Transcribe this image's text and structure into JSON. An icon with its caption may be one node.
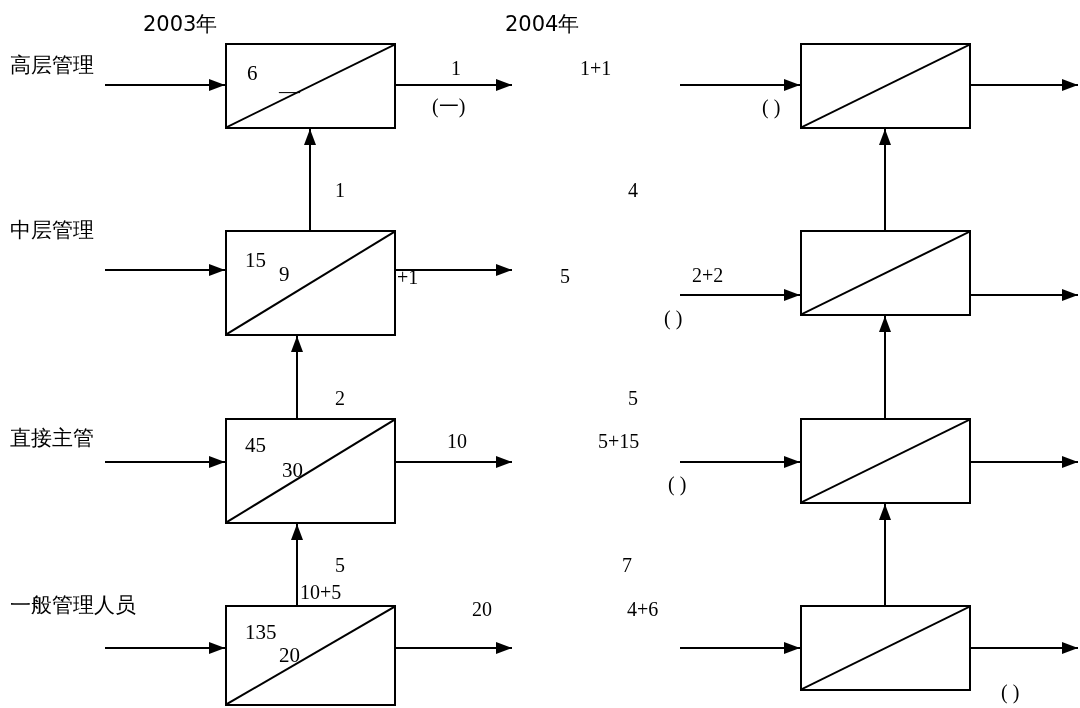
{
  "diagram": {
    "nodes": [
      {
        "text": [
          "6",
          "—"
        ]
      },
      {
        "text": [
          "15",
          "9"
        ]
      },
      {
        "text": [
          "45",
          "30"
        ]
      },
      {
        "text": [
          "135",
          "20"
        ]
      },
      {
        "text": [],
        "shape": "box"
      },
      {
        "text": [],
        "shape": "box"
      },
      {
        "text": [],
        "shape": "box"
      },
      {
        "text": [],
        "shape": "box"
      }
    ],
    "edges": [
      {
        "from": null,
        "to": 0,
        "arrow": "to"
      },
      {
        "from": 0,
        "to": null,
        "arrow": "to"
      },
      {
        "from": null,
        "to": 4,
        "arrow": "to"
      },
      {
        "from": 4,
        "to": null,
        "arrow": "to"
      },
      {
        "from": 1,
        "to": 0,
        "arrow": "to"
      },
      {
        "from": 5,
        "to": 4,
        "arrow": "to"
      },
      {
        "from": null,
        "to": 1,
        "arrow": "to"
      },
      {
        "from": 1,
        "to": null,
        "arrow": "to"
      },
      {
        "from": null,
        "to": 5,
        "arrow": "to"
      },
      {
        "from": 5,
        "to": null,
        "arrow": "to"
      },
      {
        "from": 2,
        "to": 1,
        "arrow": "to"
      },
      {
        "from": 6,
        "to": 5,
        "arrow": "to"
      },
      {
        "from": null,
        "to": 2,
        "arrow": "to"
      },
      {
        "from": 2,
        "to": null,
        "arrow": "to"
      },
      {
        "from": null,
        "to": 6,
        "arrow": "to"
      },
      {
        "from": 6,
        "to": null,
        "arrow": "to"
      },
      {
        "from": 3,
        "to": 2,
        "arrow": "to"
      },
      {
        "from": 7,
        "to": 6,
        "arrow": "to"
      },
      {
        "from": null,
        "to": 3,
        "arrow": "to"
      },
      {
        "from": 3,
        "to": null,
        "arrow": "to"
      },
      {
        "from": null,
        "to": 7,
        "arrow": "to"
      },
      {
        "from": 7,
        "to": null,
        "arrow": "to"
      }
    ],
    "labels": [
      "2003年",
      "2004年",
      "高层管理",
      "1",
      "1+1",
      "(一)",
      "( )",
      "1",
      "4",
      "中层管理",
      "+1",
      "5",
      "2+2",
      "( )",
      "2",
      "5",
      "直接主管",
      "10",
      "5+15",
      "( )",
      "5",
      "7",
      "一般管理人员",
      "10+5",
      "20",
      "4+6",
      "( )"
    ]
  }
}
